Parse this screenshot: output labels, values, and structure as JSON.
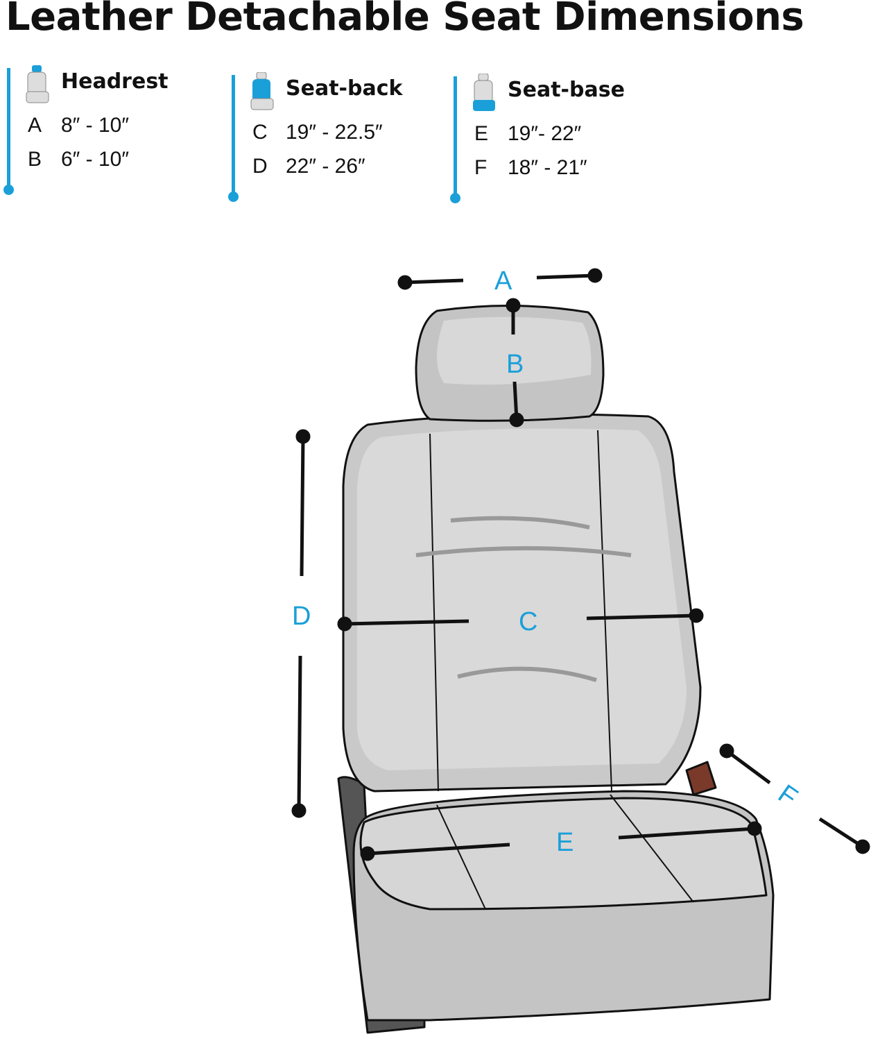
{
  "title": "Leather Detachable Seat Dimensions",
  "accent_color": "#1a9fd9",
  "groups": [
    {
      "name": "Headrest",
      "rows": [
        {
          "key": "A",
          "value": "8″ - 10″"
        },
        {
          "key": "B",
          "value": "6″ - 10″"
        }
      ]
    },
    {
      "name": "Seat-back",
      "rows": [
        {
          "key": "C",
          "value": "19″ - 22.5″"
        },
        {
          "key": "D",
          "value": "22″ - 26″"
        }
      ]
    },
    {
      "name": "Seat-base",
      "rows": [
        {
          "key": "E",
          "value": "19″- 22″"
        },
        {
          "key": "F",
          "value": "18″ - 21″"
        }
      ]
    }
  ],
  "labels": {
    "A": "A",
    "B": "B",
    "C": "C",
    "D": "D",
    "E": "E",
    "F": "F"
  }
}
